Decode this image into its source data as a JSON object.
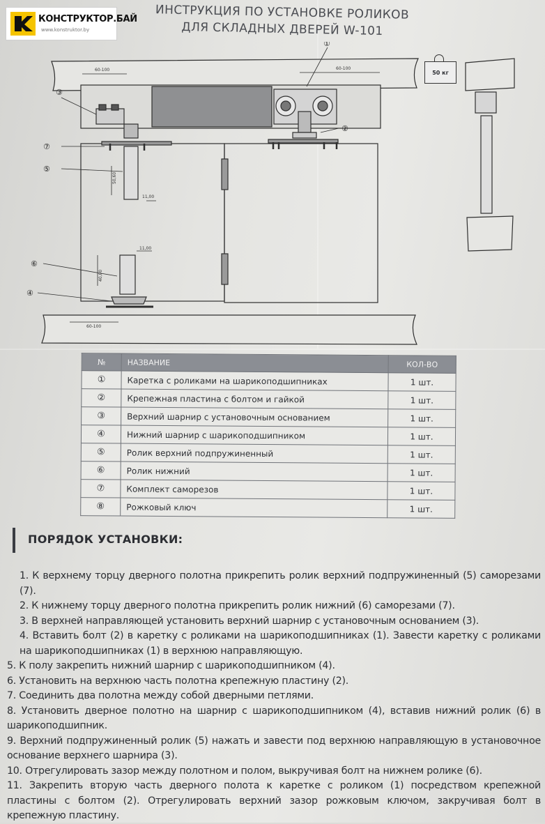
{
  "logo": {
    "name": "КОНСТРУКТОР.БАЙ",
    "url": "www.konstruktor.by"
  },
  "title": {
    "line1": "ИНСТРУКЦИЯ ПО УСТАНОВКЕ РОЛИКОВ",
    "line2": "ДЛЯ СКЛАДНЫХ ДВЕРЕЙ W-101"
  },
  "drawing": {
    "weight_label": "50 кг",
    "callouts": [
      "①",
      "②",
      "③",
      "④",
      "⑤",
      "⑥",
      "⑦"
    ],
    "dims": {
      "top_left": "60-100",
      "top_right": "60-100",
      "bottom_left": "60-100",
      "roller_height": "50,60",
      "roller_width": "11,00",
      "lower_width": "11,00",
      "lower_height": "40,00"
    }
  },
  "parts_table": {
    "headers": {
      "num": "№",
      "name": "НАЗВАНИЕ",
      "qty": "КОЛ-ВО"
    },
    "rows": [
      {
        "num": "①",
        "name": "Каретка с роликами на шарикоподшипниках",
        "qty": "1 шт."
      },
      {
        "num": "②",
        "name": "Крепежная пластина с болтом и гайкой",
        "qty": "1 шт."
      },
      {
        "num": "③",
        "name": "Верхний шарнир с установочным основанием",
        "qty": "1 шт."
      },
      {
        "num": "④",
        "name": "Нижний шарнир с шарикоподшипником",
        "qty": "1 шт."
      },
      {
        "num": "⑤",
        "name": "Ролик верхний подпружиненный",
        "qty": "1 шт."
      },
      {
        "num": "⑥",
        "name": "Ролик нижний",
        "qty": "1 шт."
      },
      {
        "num": "⑦",
        "name": "Комплект саморезов",
        "qty": "1 шт."
      },
      {
        "num": "⑧",
        "name": "Рожковый ключ",
        "qty": "1 шт."
      }
    ]
  },
  "section_title": "ПОРЯДОК УСТАНОВКИ:",
  "steps": [
    "1. К верхнему торцу дверного полотна прикрепить ролик верхний подпружиненный (5) саморезами (7).",
    "2. К нижнему торцу дверного полотна прикрепить ролик нижний (6) саморезами (7).",
    "3. В верхней направляющей установить верхний шарнир с установочным основанием (3).",
    "4. Вставить болт (2) в каретку с роликами на шарикоподшипниках (1). Завести каретку с роликами на шарикоподшипниках (1) в верхнюю направляющую.",
    "5. К полу закрепить нижний шарнир с шарикоподшипником (4).",
    "6. Установить на верхнюю часть полотна крепежную пластину (2).",
    "7. Соединить два полотна между собой дверными петлями.",
    "8. Установить дверное полотно на шарнир с шарикоподшипником (4), вставив нижний ролик (6) в шарикоподшипник.",
    "9. Верхний подпружиненный ролик (5) нажать и завести под верхнюю направляющую в установочное основание верхнего шарнира (3).",
    "10. Отрегулировать зазор между полотном и полом, выкручивая болт на нижнем ролике (6).",
    "11. Закрепить вторую часть дверного полота к каретке с роликом (1) посредством крепежной пластины с болтом (2). Отрегулировать верхний зазор рожковым ключом, закручивая болт в крепежную пластину."
  ]
}
